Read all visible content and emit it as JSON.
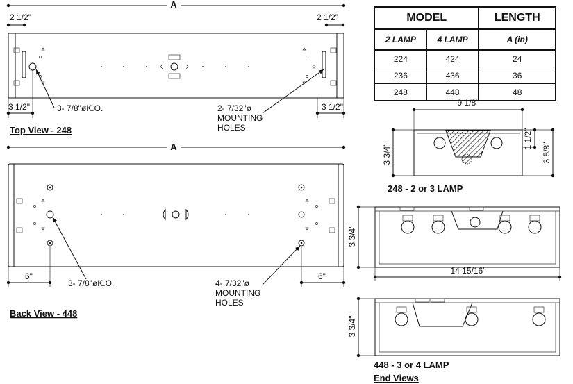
{
  "table": {
    "model_header": "MODEL",
    "length_header": "LENGTH",
    "col_2lamp": "2 LAMP",
    "col_4lamp": "4 LAMP",
    "col_length": "A (in)",
    "rows": [
      {
        "two": "224",
        "four": "424",
        "len": "24"
      },
      {
        "two": "236",
        "four": "436",
        "len": "36"
      },
      {
        "two": "248",
        "four": "448",
        "len": "48"
      }
    ]
  },
  "top_view": {
    "dim_a": "A",
    "dim_left": "2 1/2\"",
    "dim_right": "2 1/2\"",
    "dim_bl": "3 1/2\"",
    "dim_br": "3 1/2\"",
    "ko_label": "3- 7/8\"øK.O.",
    "holes_line1": "2- 7/32\"ø",
    "holes_line2": "MOUNTING",
    "holes_line3": "HOLES",
    "title": "Top View - 248"
  },
  "back_view": {
    "dim_a": "A",
    "dim_left": "6\"",
    "dim_right": "6\"",
    "ko_label": "3- 7/8\"øK.O.",
    "holes_line1": "4- 7/32\"ø",
    "holes_line2": "MOUNTING",
    "holes_line3": "HOLES",
    "title": "Back View - 448"
  },
  "end_views": {
    "dim_top_width": "9 1/8\"",
    "dim_248_h": "3 3/4\"",
    "dim_248_r1": "1 1/2\"",
    "dim_248_r2": "3 5/8\"",
    "label_248": "248 - 2 or 3 LAMP",
    "dim_448_h1": "3 3/4\"",
    "dim_448_w": "14 15/16\"",
    "dim_448_h2": "3 3/4\"",
    "label_448": "448 - 3 or 4 LAMP",
    "title": "End Views"
  }
}
